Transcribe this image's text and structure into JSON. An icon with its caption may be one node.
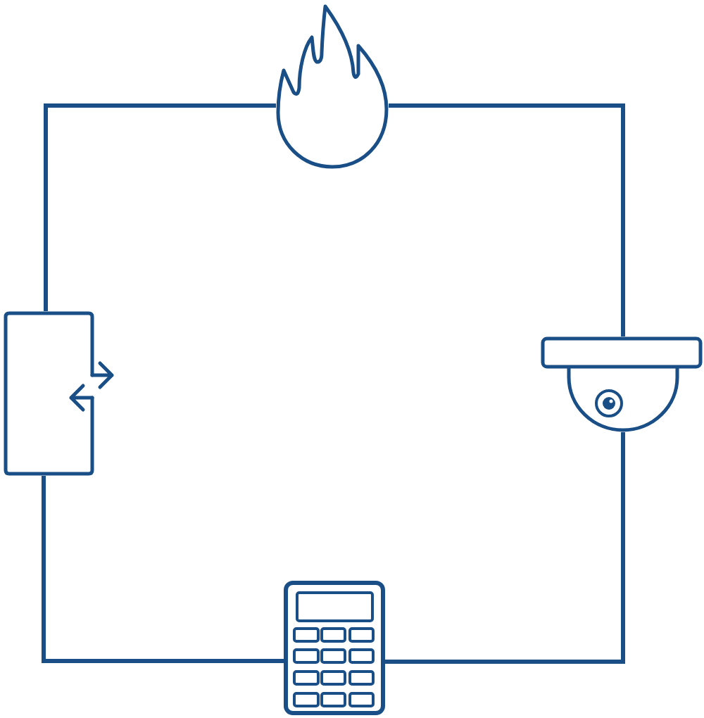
{
  "diagram": {
    "nodes": [
      {
        "text": [],
        "shape": "picture"
      },
      {
        "text": [],
        "shape": "picture"
      },
      {
        "text": [],
        "shape": "picture"
      },
      {
        "text": [],
        "shape": "picture"
      }
    ],
    "edges": [
      {
        "from": 0,
        "to": 2,
        "arrow": "none"
      },
      {
        "from": 2,
        "to": 3,
        "arrow": "none"
      },
      {
        "from": 3,
        "to": 1,
        "arrow": "none"
      },
      {
        "from": 1,
        "to": 0,
        "arrow": "none"
      }
    ]
  }
}
